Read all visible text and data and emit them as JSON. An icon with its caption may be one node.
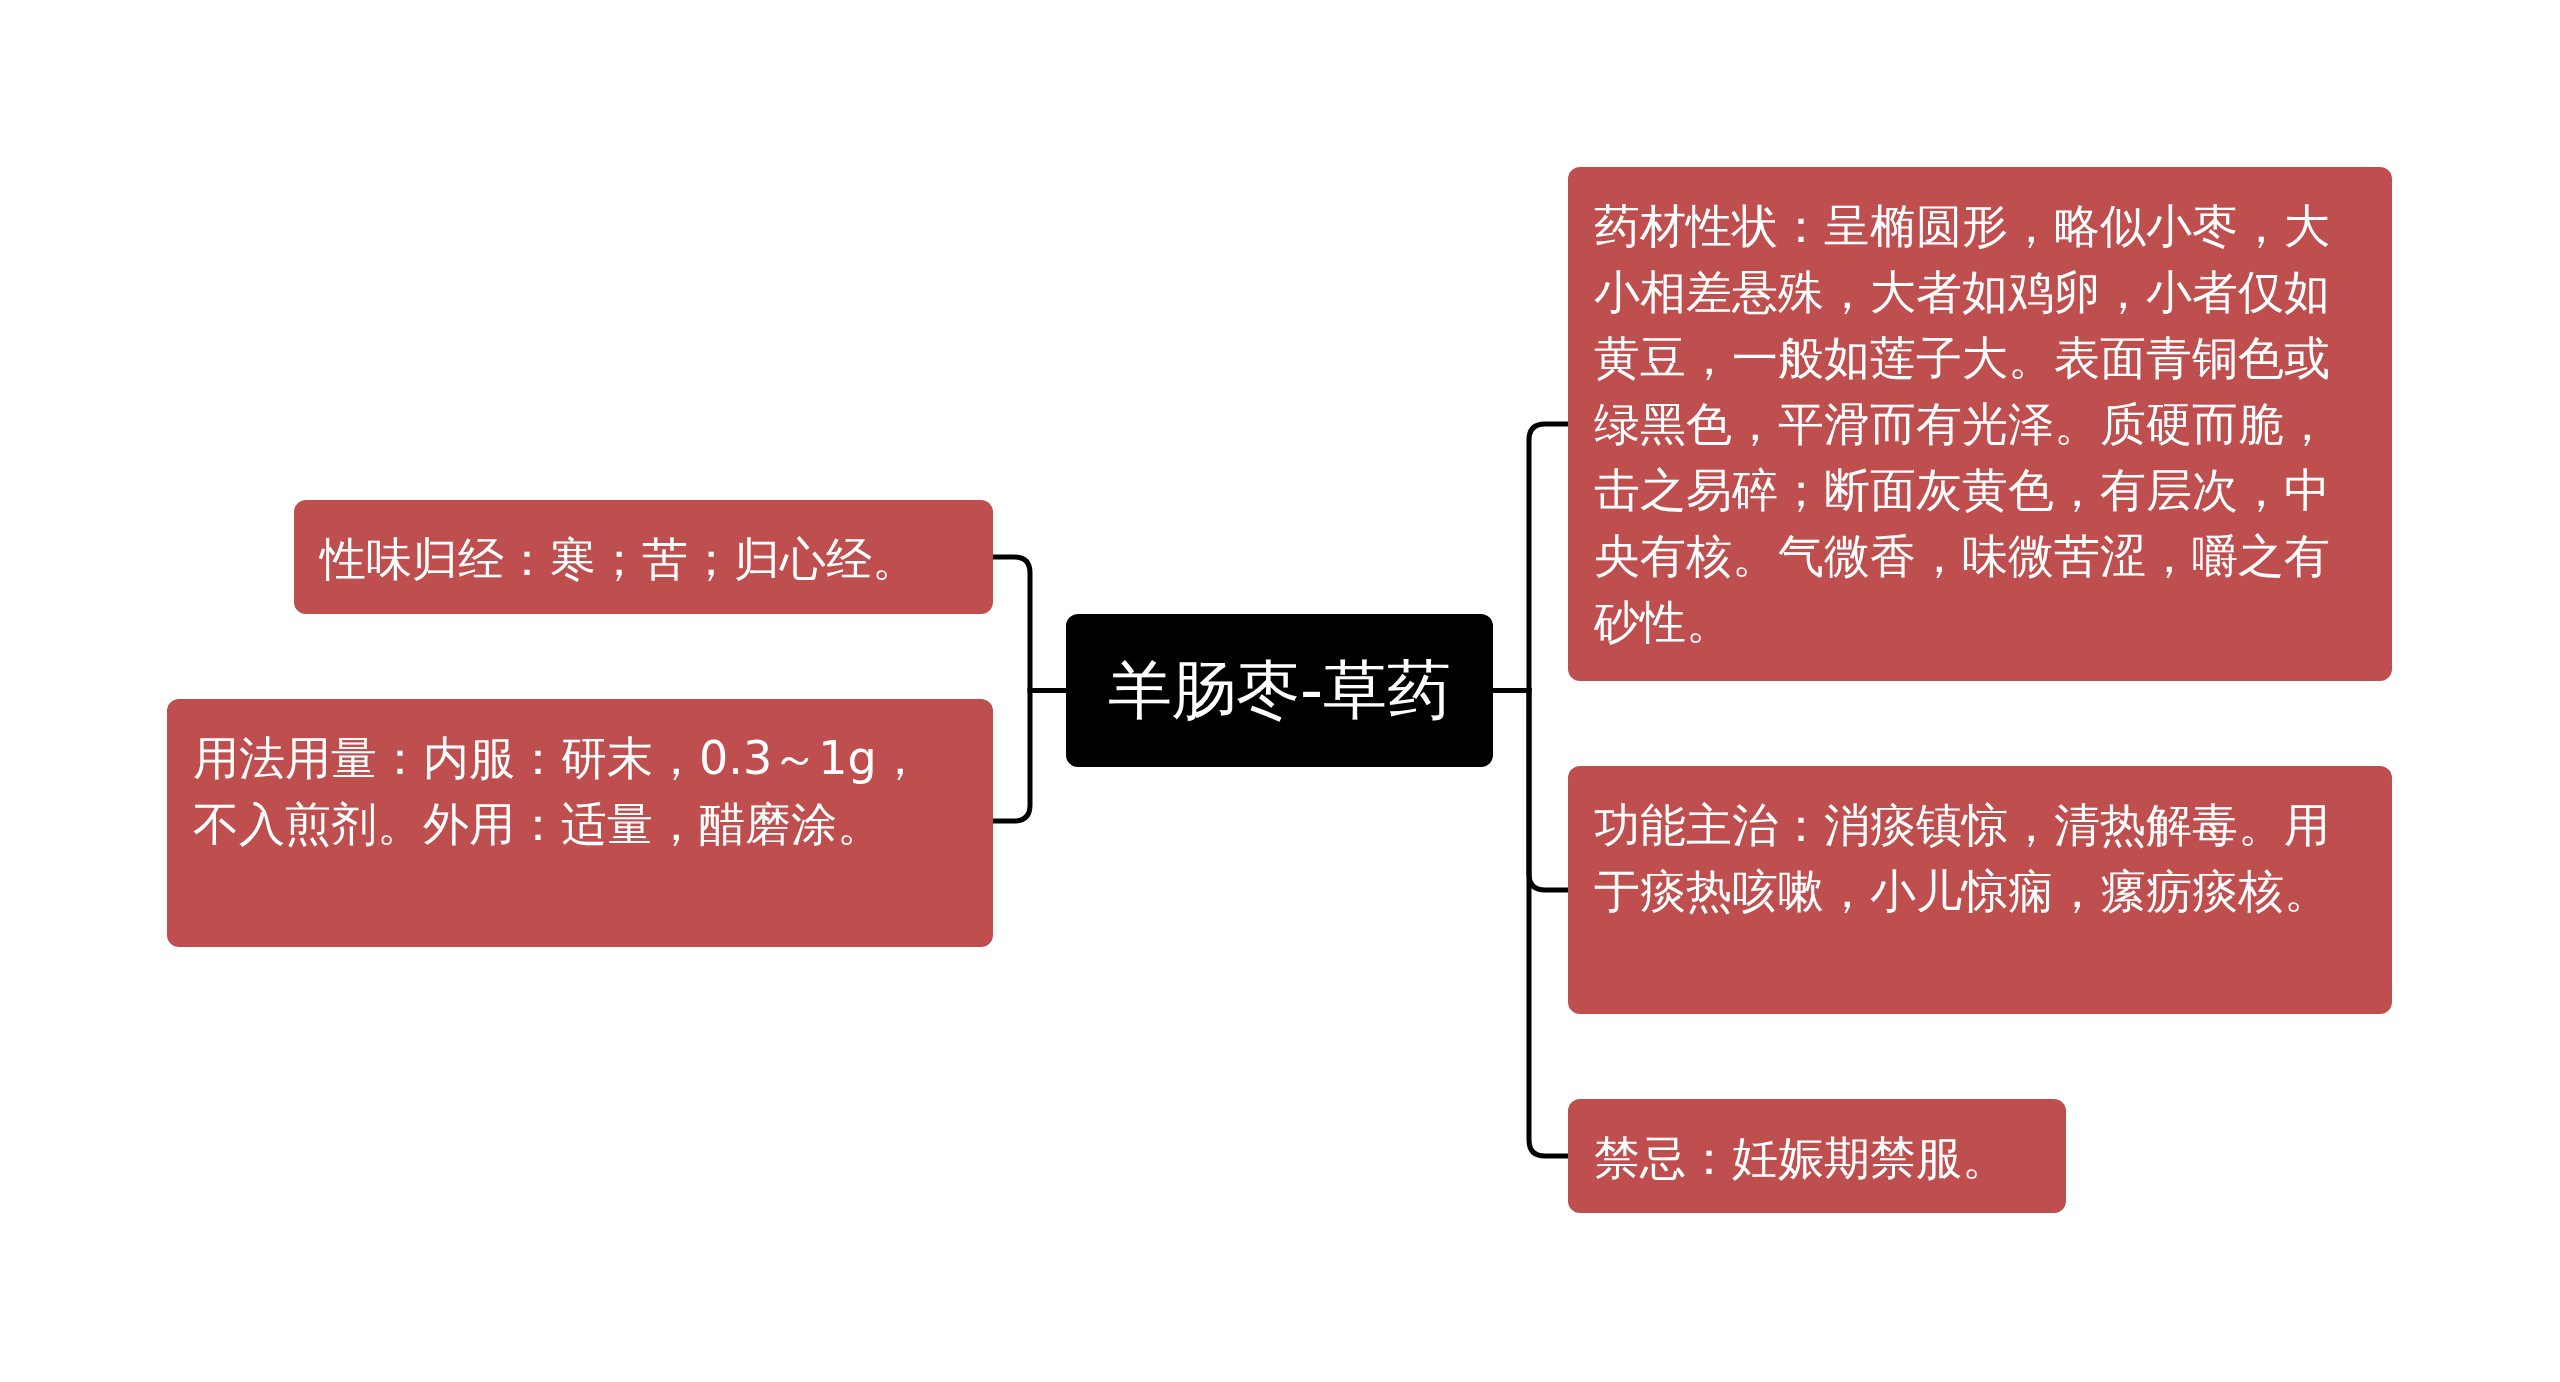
{
  "diagram": {
    "nodes": [
      {
        "text": [
          "羊肠枣-草药"
        ]
      },
      {
        "text": [
          "性味归经：寒；苦；归心经。"
        ]
      },
      {
        "text": [
          "用法用量：内服：研末，0.3～1g，不入煎剂。外用：适量，醋磨涂。"
        ]
      },
      {
        "text": [
          "药材性状：呈椭圆形，略似小枣，大小相差悬殊，大者如鸡卵，小者仅如黄豆，一般如莲子大。表面青铜色或绿黑色，平滑而有光泽。质硬而脆，击之易碎；断面灰黄色，有层次，中央有核。气微香，味微苦涩，嚼之有砂性。"
        ]
      },
      {
        "text": [
          "功能主治：消痰镇惊，清热解毒。用于痰热咳嗽，小儿惊痫，瘰疬痰核。"
        ]
      },
      {
        "text": [
          "禁忌：妊娠期禁服。"
        ]
      }
    ],
    "edges": [
      {
        "from": 0,
        "to": 1,
        "arrow": "none"
      },
      {
        "from": 0,
        "to": 2,
        "arrow": "none"
      },
      {
        "from": 0,
        "to": 3,
        "arrow": "none"
      },
      {
        "from": 0,
        "to": 4,
        "arrow": "none"
      },
      {
        "from": 0,
        "to": 5,
        "arrow": "none"
      }
    ]
  }
}
